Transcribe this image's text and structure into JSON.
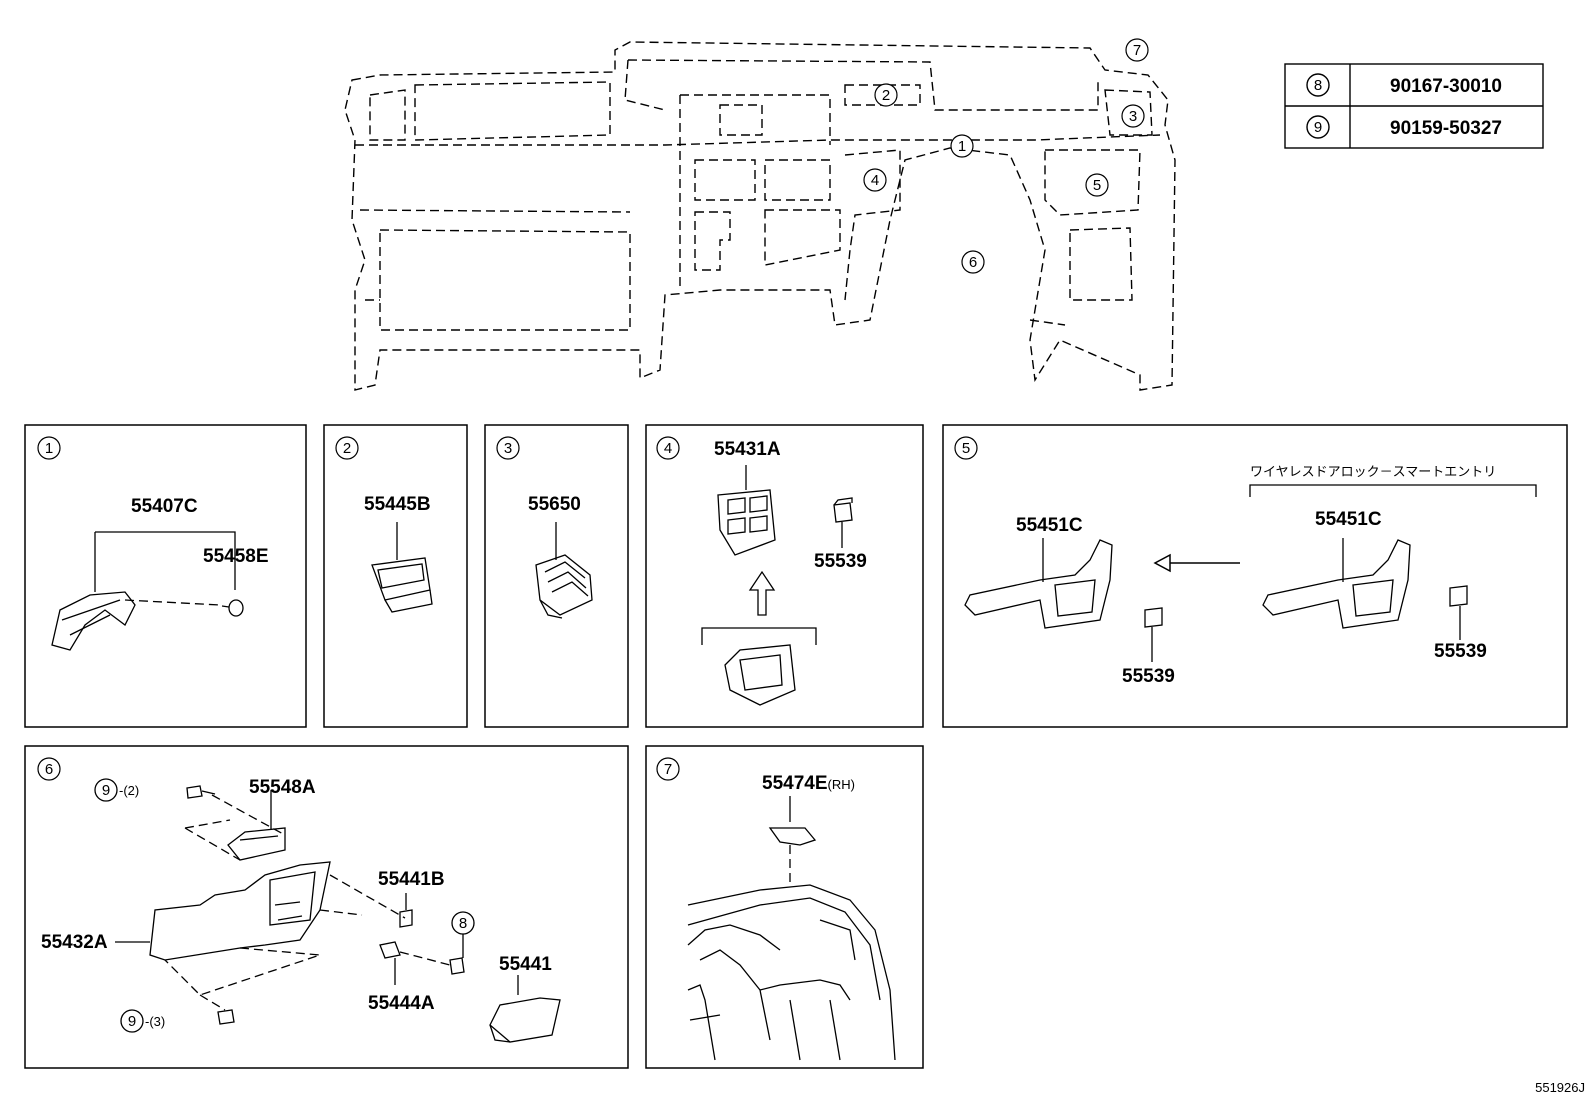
{
  "overview": {
    "callouts": [
      "1",
      "2",
      "3",
      "4",
      "5",
      "6",
      "7"
    ]
  },
  "fastener_table": [
    {
      "ref": "8",
      "part": "90167-30010"
    },
    {
      "ref": "9",
      "part": "90159-50327"
    }
  ],
  "panels": {
    "p1": {
      "ref": "1",
      "parts": [
        "55407C",
        "55458E"
      ]
    },
    "p2": {
      "ref": "2",
      "parts": [
        "55445B"
      ]
    },
    "p3": {
      "ref": "3",
      "parts": [
        "55650"
      ]
    },
    "p4": {
      "ref": "4",
      "parts": [
        "55431A",
        "55539"
      ]
    },
    "p5": {
      "ref": "5",
      "note": "ワイヤレスドアロック－スマートエントリ",
      "parts": [
        "55451C",
        "55539",
        "55451C",
        "55539"
      ]
    },
    "p6": {
      "ref": "6",
      "parts": [
        "55548A",
        "55441B",
        "55432A",
        "55444A",
        "55441"
      ],
      "fasteners": [
        {
          "ref": "9",
          "qty": "-(2)"
        },
        {
          "ref": "8",
          "qty": ""
        },
        {
          "ref": "9",
          "qty": "-(3)"
        }
      ]
    },
    "p7": {
      "ref": "7",
      "part": "55474E",
      "suffix": "(RH)"
    }
  },
  "diagram_id": "551926J"
}
